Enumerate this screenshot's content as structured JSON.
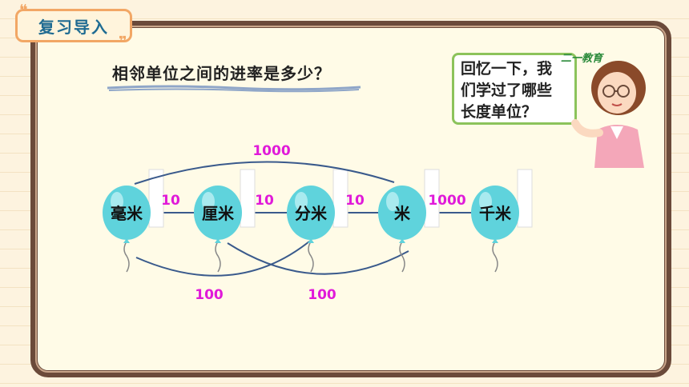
{
  "header": {
    "tag_label": "复习导入"
  },
  "question": "相邻单位之间的进率是多少？",
  "bubble": {
    "lines": [
      "回忆一下，我",
      "们学过了哪些",
      "长度单位？"
    ]
  },
  "logo_text": "二一教育",
  "units": [
    "毫米",
    "厘米",
    "分米",
    "米",
    "千米"
  ],
  "adjacent_rates": [
    "10",
    "10",
    "10",
    "1000"
  ],
  "skip_rates": {
    "mm_to_m": "1000",
    "mm_to_dm": "100",
    "cm_to_m": "100"
  },
  "colors": {
    "balloon": "#5fd3dc",
    "balloon_highlight": "#c9f3f6",
    "rate_text": "#e01ad9",
    "connector": "#3a5a8c",
    "board_border": "#6b4a3a",
    "tag_text": "#1f6b92"
  }
}
